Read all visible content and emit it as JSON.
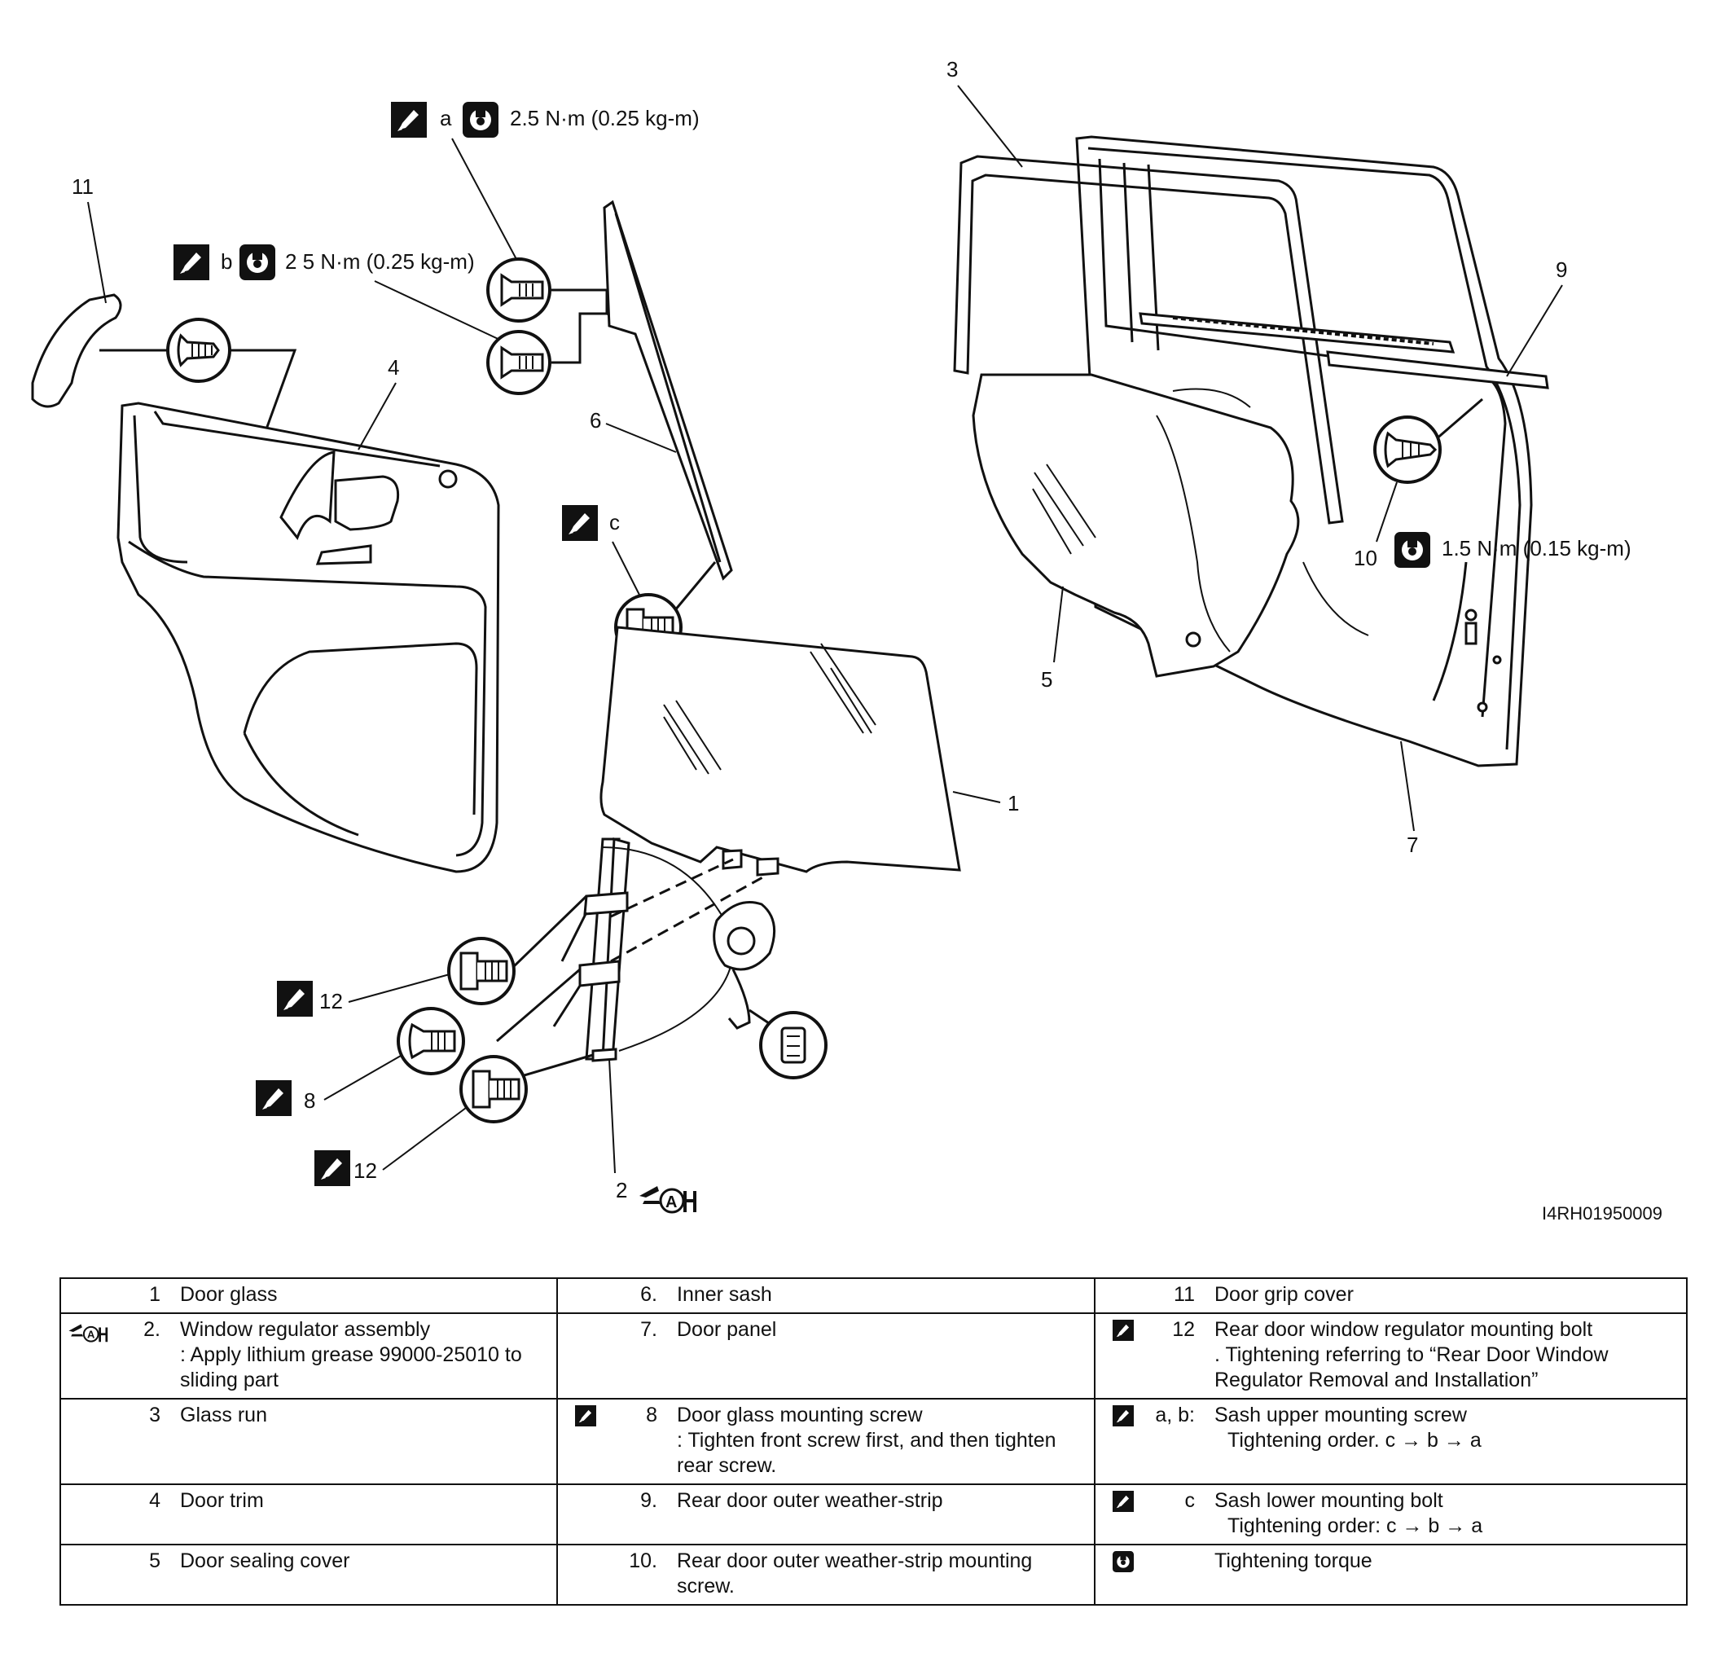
{
  "diagram": {
    "part_number": "I4RH01950009",
    "callouts": {
      "c1": "1",
      "c2": "2",
      "c3": "3",
      "c4": "4",
      "c5": "5",
      "c6": "6",
      "c7": "7",
      "c8": "8",
      "c9": "9",
      "c10": "10",
      "c11": "11",
      "c12a": "12",
      "c12b": "12",
      "la": "a",
      "lb": "b",
      "lc": "c"
    },
    "torques": {
      "a": "2.5 N·m (0.25 kg-m)",
      "b": "2 5 N·m (0.25 kg-m)",
      "ten": "1.5 N·m (0.15 kg-m)"
    },
    "icons": [
      "bolt-marker-icon",
      "tightening-torque-icon",
      "grease-A-icon",
      "screw-icon",
      "bolt-icon",
      "connector-icon"
    ]
  },
  "legend": {
    "col1": [
      {
        "num": "1",
        "lines": [
          "Door glass"
        ]
      },
      {
        "num": "2.",
        "icon": "grease-A-icon",
        "lines": [
          "Window regulator assembly",
          ": Apply lithium grease 99000-25010 to",
          "sliding part"
        ]
      },
      {
        "num": "3",
        "lines": [
          "Glass run"
        ]
      },
      {
        "num": "4",
        "lines": [
          "Door trim"
        ]
      },
      {
        "num": "5",
        "lines": [
          "Door sealing cover"
        ]
      }
    ],
    "col2": [
      {
        "num": "6.",
        "lines": [
          "Inner sash"
        ]
      },
      {
        "num": "7.",
        "lines": [
          "Door panel"
        ]
      },
      {
        "num": "8",
        "icon": "bolt-marker-icon",
        "lines": [
          "Door glass mounting screw",
          ": Tighten front screw first, and then tighten",
          "rear screw."
        ]
      },
      {
        "num": "9.",
        "lines": [
          "Rear door outer weather-strip"
        ]
      },
      {
        "num": "10.",
        "lines": [
          "Rear door outer weather-strip mounting",
          "screw."
        ]
      }
    ],
    "col3": [
      {
        "num": "11",
        "lines": [
          "Door grip cover"
        ]
      },
      {
        "num": "12",
        "icon": "bolt-marker-icon",
        "lines": [
          "Rear door window regulator mounting bolt",
          ". Tightening referring to “Rear Door Window",
          "Regulator Removal and Installation”"
        ]
      },
      {
        "num": "a, b:",
        "icon": "bolt-marker-icon",
        "lines": [
          "Sash upper mounting screw",
          "Tightening order. c → b → a"
        ]
      },
      {
        "num": "c",
        "icon": "bolt-marker-icon",
        "lines": [
          "Sash lower mounting bolt",
          "Tightening order: c → b → a"
        ]
      },
      {
        "num": "",
        "icon": "tightening-torque-icon",
        "lines": [
          "Tightening torque"
        ]
      }
    ]
  }
}
